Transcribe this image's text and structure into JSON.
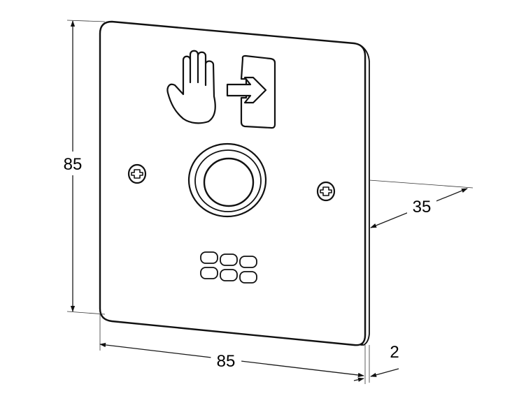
{
  "dimensions": {
    "height": "85",
    "width": "85",
    "depth": "35",
    "thickness": "2"
  },
  "colors": {
    "line": "#111111",
    "background": "#ffffff"
  },
  "icons": [
    "stop-hand-icon",
    "exit-arrow-icon",
    "screw-icon",
    "push-button-icon",
    "speaker-grille-icon"
  ]
}
